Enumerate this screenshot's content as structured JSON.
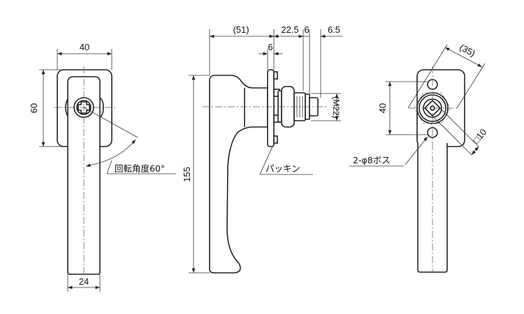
{
  "front_view": {
    "width_dim": "40",
    "height_dim": "60",
    "handle_width_dim": "24",
    "rotation_label": "回転角度60°"
  },
  "side_view": {
    "overall_depth_dim": "(51)",
    "dim_22_5": "22.5",
    "dim_6_top": "6",
    "dim_6_5": "6.5",
    "plate_thickness_dim": "6",
    "length_dim": "155",
    "thread_dim": "(M22)",
    "gasket_label": "パッキン"
  },
  "rear_view": {
    "diagonal_dim": "(35)",
    "boss_pitch_dim": "40",
    "square_dim": "□10",
    "boss_label": "2-φ8ボス"
  }
}
